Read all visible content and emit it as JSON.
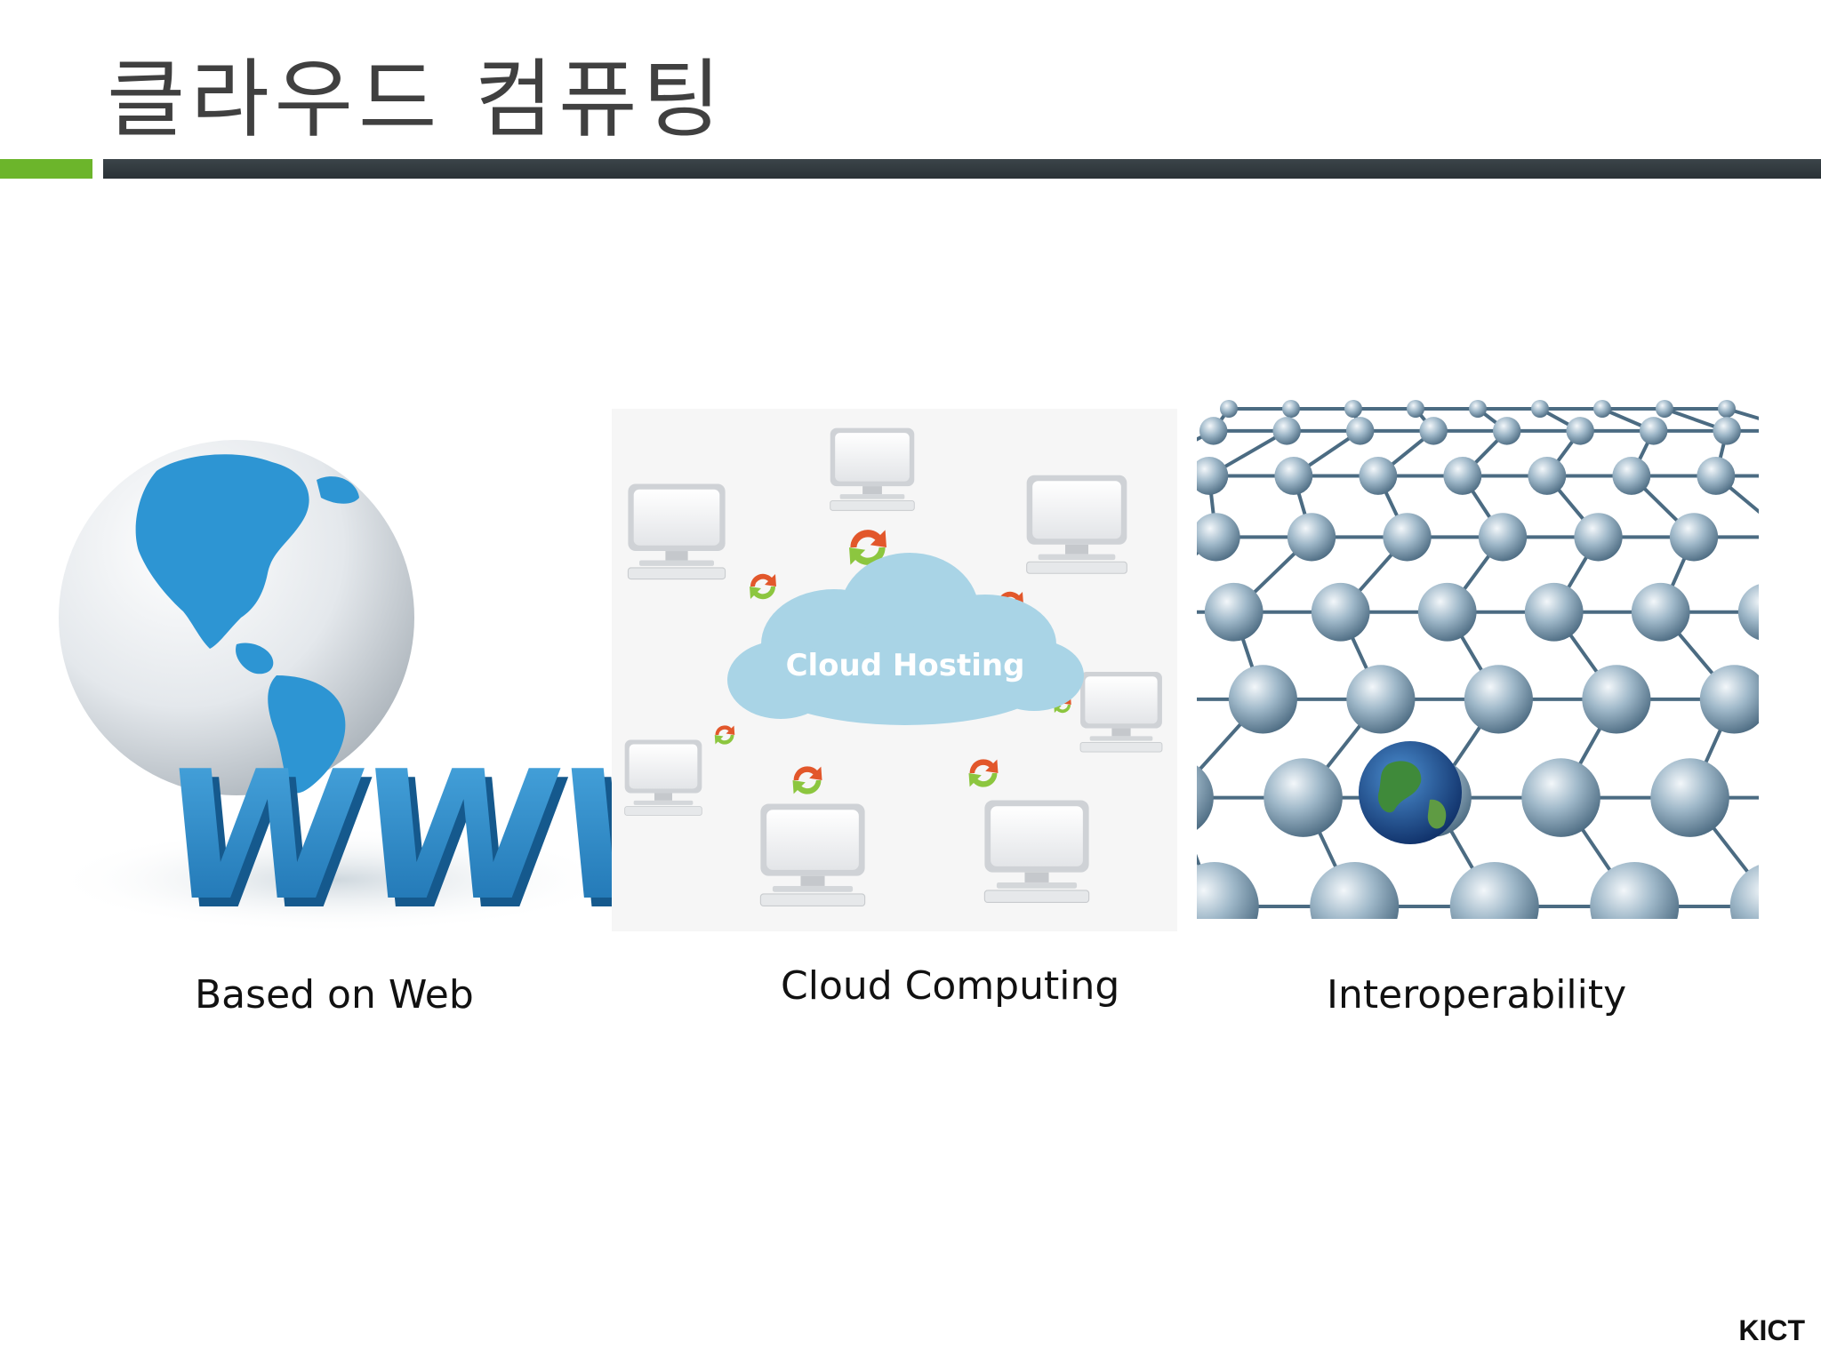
{
  "slide": {
    "title": "클라우드 컴퓨팅",
    "logo_text": "KICT",
    "accent_color": "#6cb52b",
    "bar_color": "#2f383c"
  },
  "figures": [
    {
      "icon": "www-globe-icon",
      "caption": "Based on Web"
    },
    {
      "icon": "cloud-hosting-icon",
      "caption": "Cloud  Computing",
      "image_text": "Cloud Hosting"
    },
    {
      "icon": "network-nodes-icon",
      "caption": "Interoperability"
    }
  ]
}
